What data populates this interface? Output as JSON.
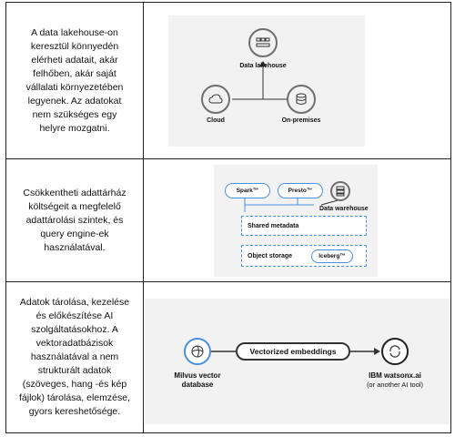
{
  "rows": [
    {
      "text": "A data lakehouse-on keresztül könnyedén elérheti adatait, akár felhőben, akár saját vállalati környezetében legyenek. Az adatokat nem szükséges egy helyre mozgatni.",
      "diagram": {
        "top_label": "Data lakehouse",
        "left_label": "Cloud",
        "right_label": "On-premises"
      }
    },
    {
      "text": "Csökkentheti adattárház költségeit a megfelelő adattárolási szintek, és query engine-ek használatával.",
      "diagram": {
        "engine1": "Spark™",
        "engine2": "Presto™",
        "warehouse_label": "Data warehouse",
        "metadata_label": "Shared metadata",
        "storage_label": "Object storage",
        "iceberg_label": "Iceberg™"
      }
    },
    {
      "text": "Adatok tárolása, kezelése és előkészítése AI szolgáltatásokhoz. A vektoradatbázisok használatával a nem strukturált adatok (szöveges, hang -és kép fájlok) tárolása, elemzése, gyors kereshetősége.",
      "diagram": {
        "left_label_line1": "Milvus vector",
        "left_label_line2": "database",
        "arrow_label": "Vectorized embeddings",
        "right_label_line1": "IBM watsonx.ai",
        "right_label_line2": "(or another AI tool)"
      }
    }
  ],
  "colors": {
    "accent": "#4a90e2",
    "panel": "#f2f2f2",
    "circle_border": "#6e6e6e"
  }
}
